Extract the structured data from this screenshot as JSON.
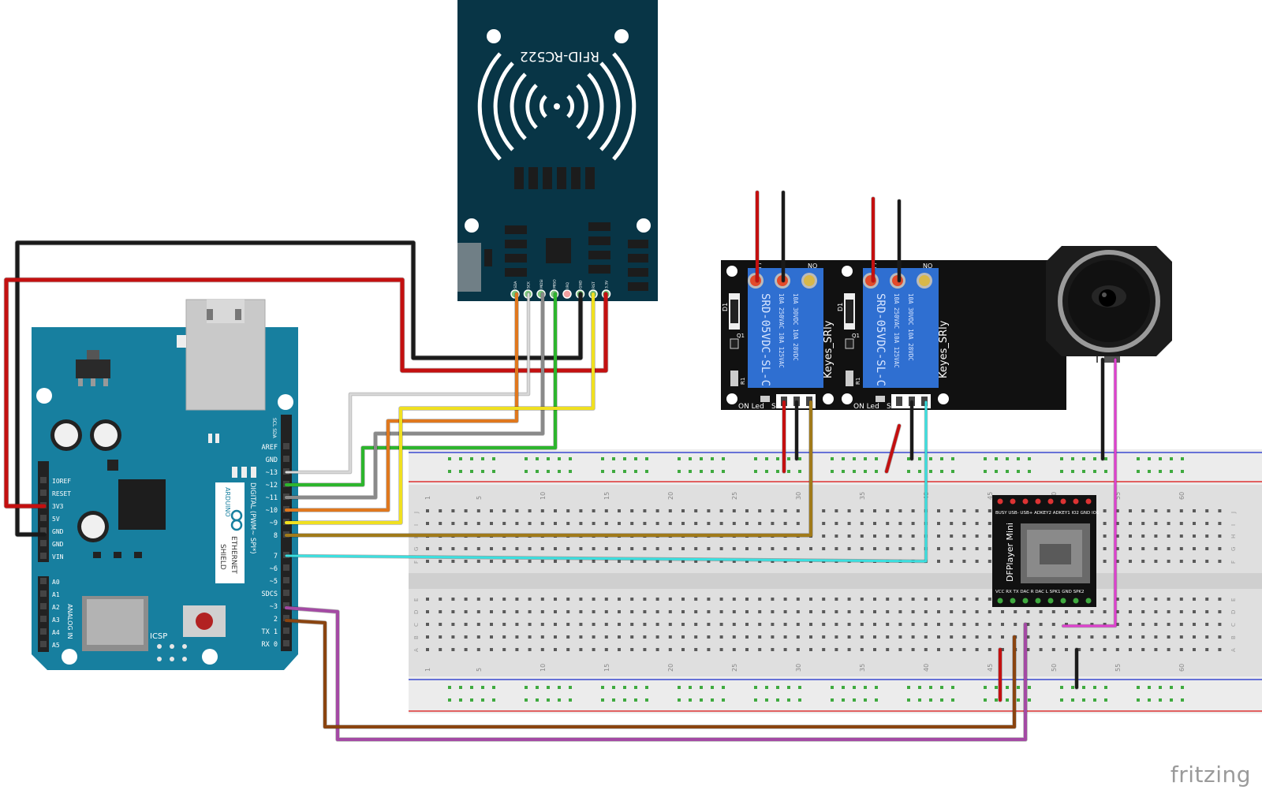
{
  "watermark": "fritzing",
  "rfid": {
    "title": "RFID-RC522",
    "pins": [
      "SDA",
      "SCK",
      "MOSI",
      "MISO",
      "IRQ",
      "GND",
      "RST",
      "3.3V"
    ]
  },
  "arduino": {
    "brand": "ARDUINO",
    "shield_line1": "ETHERNET",
    "shield_line2": "SHIELD",
    "digital_label": "DIGITAL (PWM~ SPI*)",
    "analog_label": "ANALOG IN",
    "icsp": "ICSP",
    "left_pins": [
      "IOREF",
      "RESET",
      "3V3",
      "5V",
      "GND",
      "GND",
      "VIN"
    ],
    "analog_pins": [
      "A0",
      "A1",
      "A2",
      "A3",
      "A4",
      "A5"
    ],
    "right_pins": [
      "AREF",
      "GND",
      "~13",
      "~12",
      "~11",
      "~10",
      "~9",
      "8",
      "7",
      "~6",
      "~5",
      "SDCS",
      "~3",
      "2",
      "TX 1",
      "RX 0"
    ],
    "top_pins": "SCL SDA"
  },
  "relays": [
    {
      "model": "SRD-05VDC-SL-C",
      "brand": "Keyes_SRly",
      "rating1": "10A 250VAC  10A 125VAC",
      "rating2": "10A 30VDC  10A 28VDC",
      "c": "C",
      "no": "NO",
      "d1": "D1",
      "q1": "Q1",
      "r1": "R1",
      "on_led": "ON Led",
      "s": "S"
    },
    {
      "model": "SRD-05VDC-SL-C",
      "brand": "Keyes_SRly",
      "rating1": "10A 250VAC  10A 125VAC",
      "rating2": "10A 30VDC  10A 28VDC",
      "c": "C",
      "no": "NO",
      "d1": "D1",
      "q1": "Q1",
      "r1": "R1",
      "on_led": "ON Led",
      "s": "S"
    }
  ],
  "dfplayer": {
    "title": "DFPlayer Mini",
    "top_pins": "BUSY  USB-  USB+  ADKEY2  ADKEY1  IO2  GND  IO1",
    "bottom_pins": "VCC  RX  TX  DAC R  DAC L  SPK1  GND  SPK2"
  },
  "breadboard": {
    "columns": [
      "1",
      "5",
      "10",
      "15",
      "20",
      "25",
      "30",
      "35",
      "40",
      "45",
      "50",
      "55",
      "60"
    ],
    "rows_top": [
      "J",
      "I",
      "H",
      "G",
      "F"
    ],
    "rows_bottom": [
      "E",
      "D",
      "C",
      "B",
      "A"
    ]
  }
}
